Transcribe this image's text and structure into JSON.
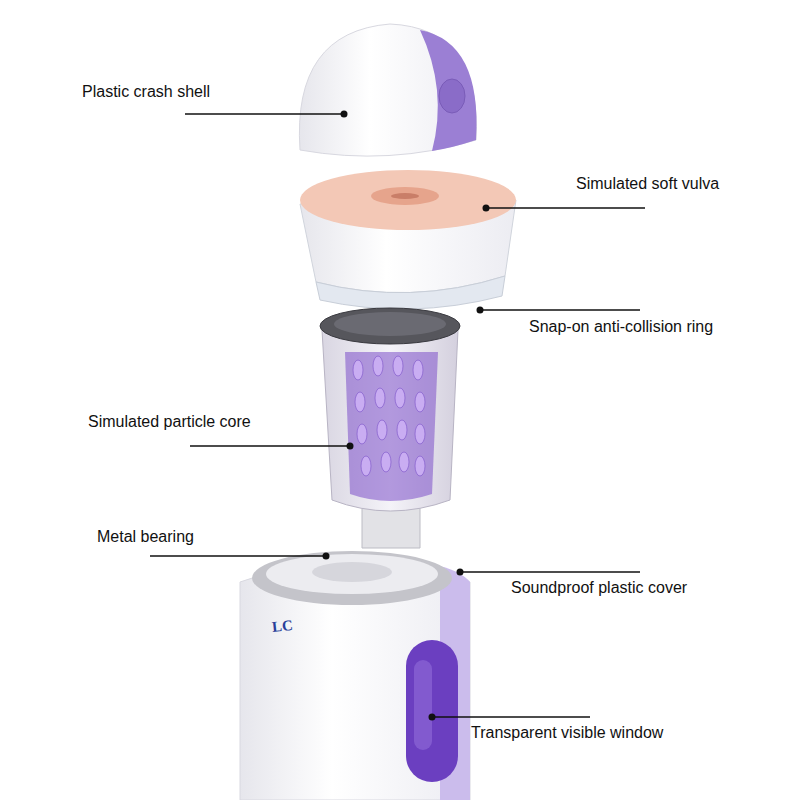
{
  "diagram": {
    "labels": [
      "Plastic crash shell",
      "Simulated soft vulva",
      "Snap-on anti-collision ring",
      "Simulated particle core",
      "Metal bearing",
      "Soundproof plastic cover",
      "Transparent visible window",
      "LC"
    ]
  }
}
